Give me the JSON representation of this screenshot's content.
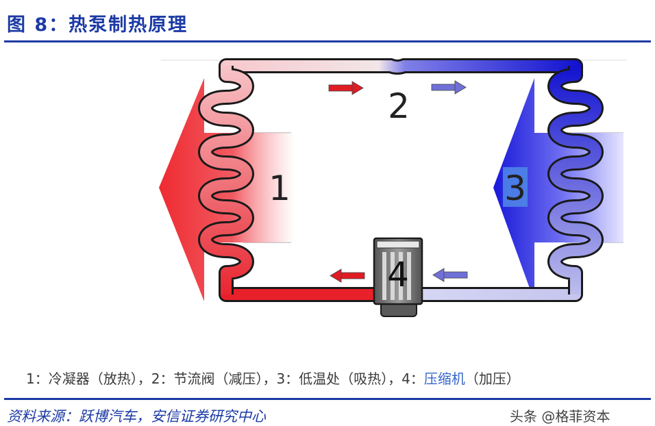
{
  "figure": {
    "title": "图 8：热泵制热原理",
    "source": "资料来源：跃博汽车，安信证券研究中心",
    "watermark": "头条 @格菲资本"
  },
  "diagram": {
    "labels": {
      "n1": "1",
      "n2": "2",
      "n3": "3",
      "n4": "4"
    },
    "colors": {
      "hot": "#e8202a",
      "cold": "#1414d6",
      "light_hot": "#f3b3b8",
      "light_cold": "#c7c7ef",
      "outline": "#1a1a1a"
    }
  },
  "caption": {
    "part1": "1：冷凝器（放热），2：节流阀（减压），3：低温处（吸热），4：",
    "highlight": "压缩机",
    "part2": "（加压）"
  }
}
